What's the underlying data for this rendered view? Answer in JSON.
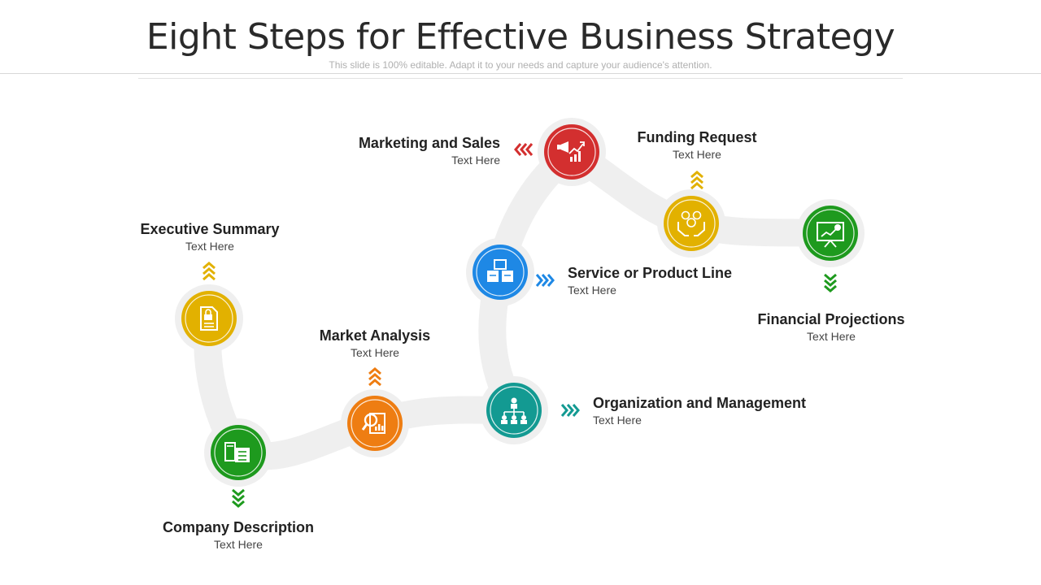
{
  "header": {
    "title": "Eight Steps for Effective Business Strategy",
    "subtitle": "This slide is 100% editable. Adapt it to your needs and capture your audience's attention."
  },
  "steps": [
    {
      "id": "executive-summary",
      "title": "Executive Summary",
      "text": "Text Here",
      "color": "#e2b100",
      "icon": "document-lock-icon",
      "arrow": "up"
    },
    {
      "id": "company-description",
      "title": "Company Description",
      "text": "Text Here",
      "color": "#1e9a1e",
      "icon": "building-document-icon",
      "arrow": "down"
    },
    {
      "id": "market-analysis",
      "title": "Market Analysis",
      "text": "Text Here",
      "color": "#ee7d12",
      "icon": "analysis-magnifier-icon",
      "arrow": "up"
    },
    {
      "id": "organization-management",
      "title": "Organization and Management",
      "text": "Text Here",
      "color": "#139a92",
      "icon": "org-chart-icon",
      "arrow": "right"
    },
    {
      "id": "service-product-line",
      "title": "Service or Product Line",
      "text": "Text Here",
      "color": "#1e88e5",
      "icon": "product-boxes-icon",
      "arrow": "right"
    },
    {
      "id": "marketing-sales",
      "title": "Marketing and Sales",
      "text": "Text Here",
      "color": "#d32f2f",
      "icon": "megaphone-chart-icon",
      "arrow": "left"
    },
    {
      "id": "funding-request",
      "title": "Funding Request",
      "text": "Text Here",
      "color": "#e2b100",
      "icon": "hands-coins-icon",
      "arrow": "up"
    },
    {
      "id": "financial-projections",
      "title": "Financial Projections",
      "text": "Text Here",
      "color": "#1e9a1e",
      "icon": "presentation-chart-icon",
      "arrow": "down"
    }
  ]
}
